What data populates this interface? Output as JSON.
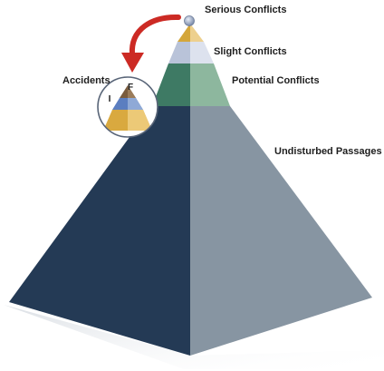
{
  "diagram": {
    "labels": {
      "serious": "Serious Conflicts",
      "slight": "Slight Conflicts",
      "potential": "Potential Conflicts",
      "undisturbed": "Undisturbed Passages",
      "accidents": "Accidents"
    },
    "inset_labels": {
      "f": "F",
      "i": "I"
    },
    "colors": {
      "tier_undisturbed_left": "#243a55",
      "tier_undisturbed_right": "#8795a2",
      "tier_potential_left": "#3e7a64",
      "tier_potential_right": "#8db79e",
      "tier_slight_left": "#b9c3d9",
      "tier_slight_right": "#dde2ee",
      "tier_serious_left": "#d4a63a",
      "tier_serious_right": "#edd08e",
      "apex_sphere": "#8a9ab8",
      "arrow": "#cc2a24",
      "inset_brown": "#7a5c3e",
      "inset_blue": "#5b7ec0",
      "inset_gold": "#d9a93f"
    }
  }
}
